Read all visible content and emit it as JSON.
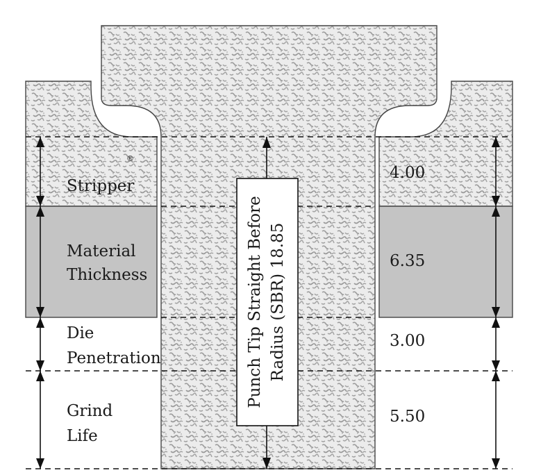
{
  "labels": {
    "stripper": "Stripper",
    "registered_mark": "®",
    "material_line1": "Material",
    "material_line2": "Thickness",
    "die_line1": "Die",
    "die_line2": "Penetration",
    "grind_line1": "Grind",
    "grind_line2": "Life",
    "punch_line1": "Punch Tip Straight Before",
    "punch_line2": "Radius (SBR) 18.85"
  },
  "values": {
    "stripper": "4.00",
    "material": "6.35",
    "die": "3.00",
    "grind": "5.50"
  },
  "colors": {
    "background": "#ffffff",
    "speckle_fill": "#ededed",
    "speckle_mark": "#9a9a9a",
    "material_fill": "#c4c4c4",
    "line": "#111111"
  }
}
